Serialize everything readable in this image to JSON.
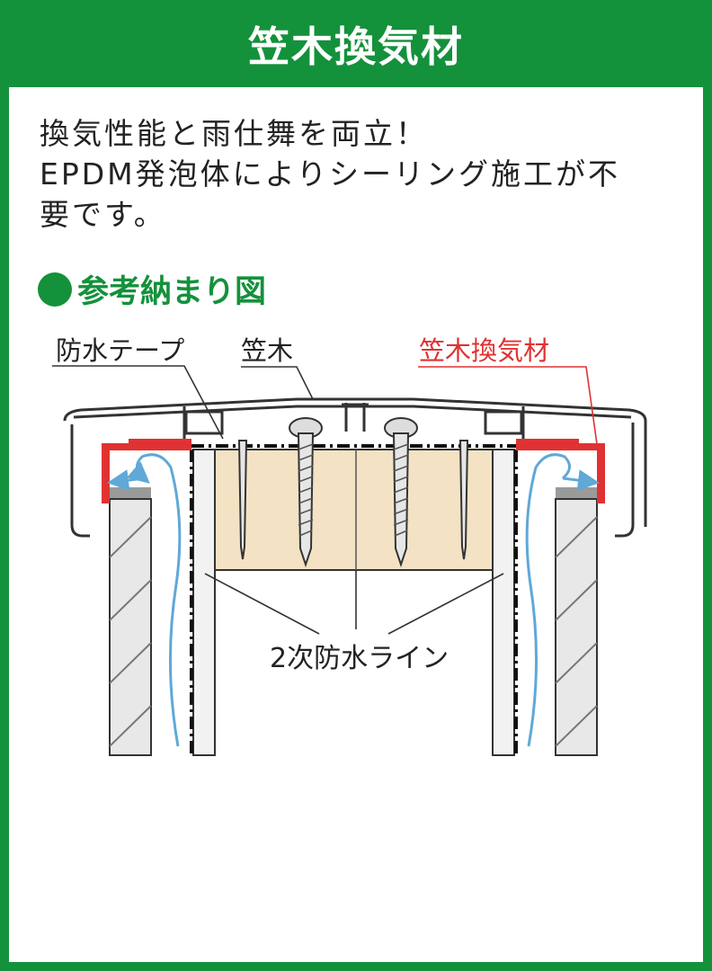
{
  "header": {
    "title": "笠木換気材"
  },
  "description": {
    "lines": [
      "換気性能と雨仕舞を両立！",
      "EPDM発泡体によりシーリング施工が不",
      "要です。"
    ]
  },
  "section": {
    "title": "参考納まり図"
  },
  "diagram": {
    "labels": {
      "tape": "防水テープ",
      "kasagi": "笠木",
      "vent": "笠木換気材",
      "line2": "2次防水ライン"
    },
    "colors": {
      "accent_green": "#14913b",
      "vent_red": "#e03232",
      "wood": "#f3e2c4",
      "airflow": "#5fa8d8"
    }
  }
}
